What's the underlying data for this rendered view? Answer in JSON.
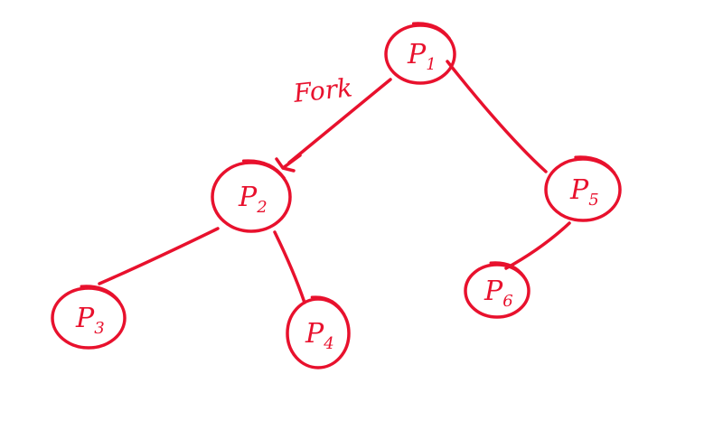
{
  "ink_color": "#e8112d",
  "nodes": [
    {
      "id": "p1",
      "letter": "P",
      "sub": "1"
    },
    {
      "id": "p2",
      "letter": "P",
      "sub": "2"
    },
    {
      "id": "p3",
      "letter": "P",
      "sub": "3"
    },
    {
      "id": "p4",
      "letter": "P",
      "sub": "4"
    },
    {
      "id": "p5",
      "letter": "P",
      "sub": "5"
    },
    {
      "id": "p6",
      "letter": "P",
      "sub": "6"
    }
  ],
  "edges": [
    {
      "from": "p1",
      "to": "p2",
      "label": "Fork",
      "arrow": true
    },
    {
      "from": "p1",
      "to": "p5"
    },
    {
      "from": "p2",
      "to": "p3"
    },
    {
      "from": "p2",
      "to": "p4"
    },
    {
      "from": "p5",
      "to": "p6"
    }
  ]
}
